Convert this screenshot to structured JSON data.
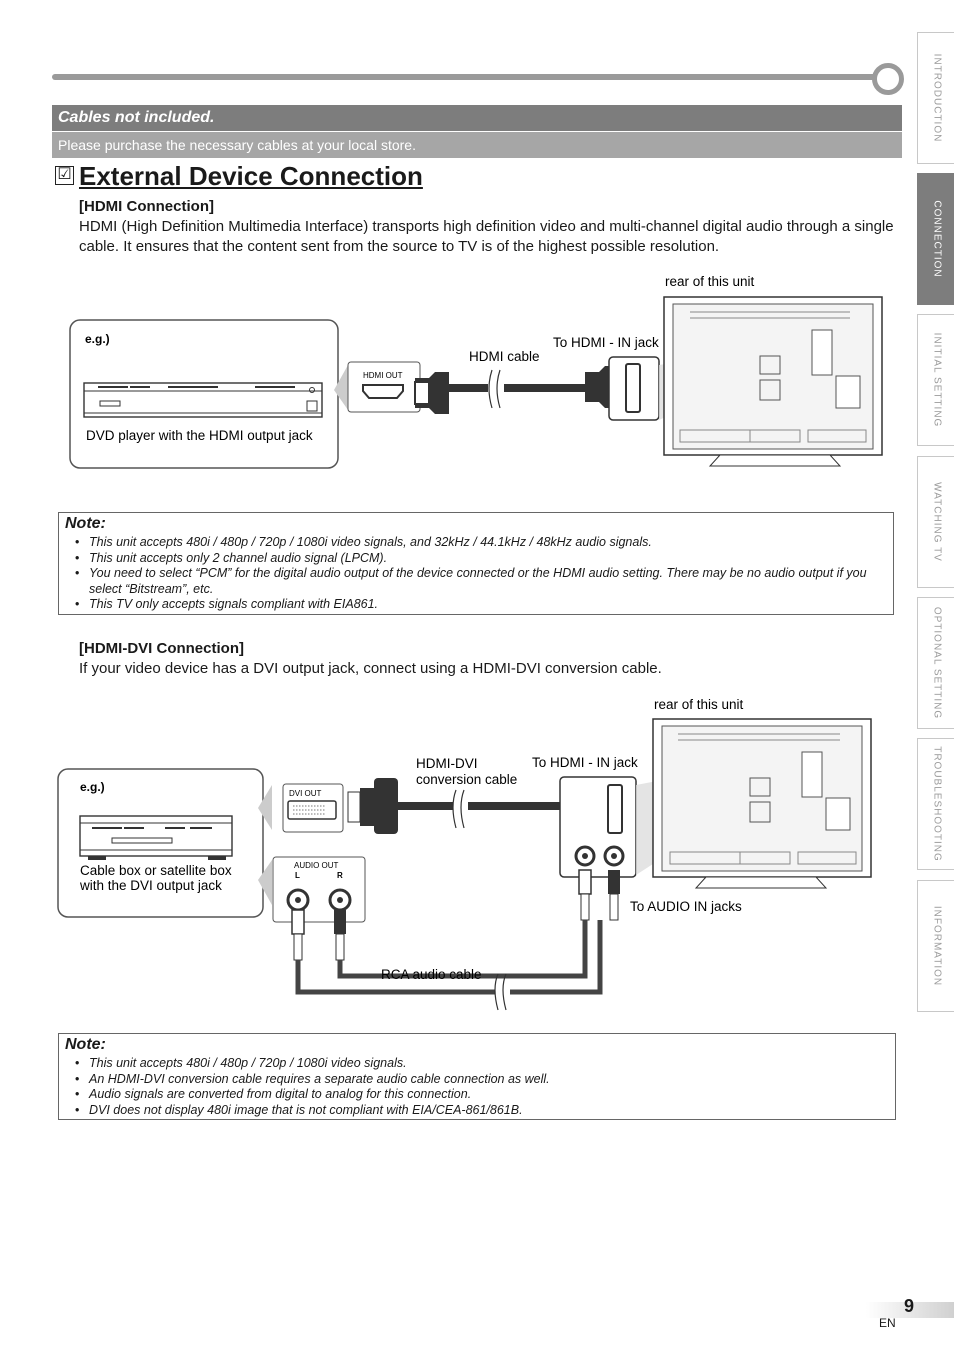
{
  "banner": {
    "title": "Cables not included.",
    "subtitle": "Please purchase the necessary cables at your local store."
  },
  "heading": {
    "checkbox": "☑",
    "title": "External Device Connection"
  },
  "hdmi_section": {
    "subhead": "[HDMI Connection]",
    "description": "HDMI (High Definition Multimedia Interface) transports high definition video and multi-channel digital audio through a single cable. It ensures that the content sent from the source to TV is of the highest possible resolution.",
    "diagram": {
      "rear_label": "rear of this unit",
      "eg_label": "e.g.)",
      "device_caption": "DVD player with the HDMI output jack",
      "port_label": "HDMI OUT",
      "cable_label": "HDMI cable",
      "jack_label": "To HDMI - IN jack"
    }
  },
  "note1": {
    "title": "Note:",
    "items": [
      "This unit accepts 480i / 480p / 720p / 1080i video signals, and 32kHz / 44.1kHz / 48kHz audio signals.",
      "This unit accepts only 2 channel audio signal (LPCM).",
      "You need to select “PCM” for the digital audio output of the device connected or the HDMI audio setting. There may be no audio output if you select “Bitstream”, etc.",
      "This TV only accepts signals compliant with EIA861."
    ]
  },
  "dvi_section": {
    "subhead": "[HDMI-DVI Connection]",
    "description": "If your video device has a DVI output jack, connect using a HDMI-DVI conversion cable.",
    "diagram": {
      "rear_label": "rear of this unit",
      "eg_label": "e.g.)",
      "device_caption_1": "Cable box or satellite box",
      "device_caption_2": "with the DVI output jack",
      "dvi_port_label": "DVI OUT",
      "audio_port_label": "AUDIO OUT",
      "audio_l": "L",
      "audio_r": "R",
      "cable_label_1": "HDMI-DVI",
      "cable_label_2": "conversion cable",
      "jack_label": "To HDMI - IN jack",
      "audio_jacks_label": "To AUDIO IN jacks",
      "rca_label": "RCA audio cable"
    }
  },
  "note2": {
    "title": "Note:",
    "items": [
      "This unit accepts 480i / 480p / 720p / 1080i video signals.",
      "An HDMI-DVI conversion cable requires a separate audio cable connection as well.",
      "Audio signals are converted from digital to analog for this connection.",
      "DVI does not display 480i image that is not compliant with EIA/CEA-861/861B."
    ]
  },
  "side_tabs": [
    {
      "label": "INTRODUCTION",
      "active": false
    },
    {
      "label": "CONNECTION",
      "active": true
    },
    {
      "label": "INITIAL  SETTING",
      "active": false
    },
    {
      "label": "WATCHING  TV",
      "active": false
    },
    {
      "label": "OPTIONAL  SETTING",
      "active": false
    },
    {
      "label": "TROUBLESHOOTING",
      "active": false
    },
    {
      "label": "INFORMATION",
      "active": false
    }
  ],
  "footer": {
    "page_number": "9",
    "language": "EN"
  }
}
